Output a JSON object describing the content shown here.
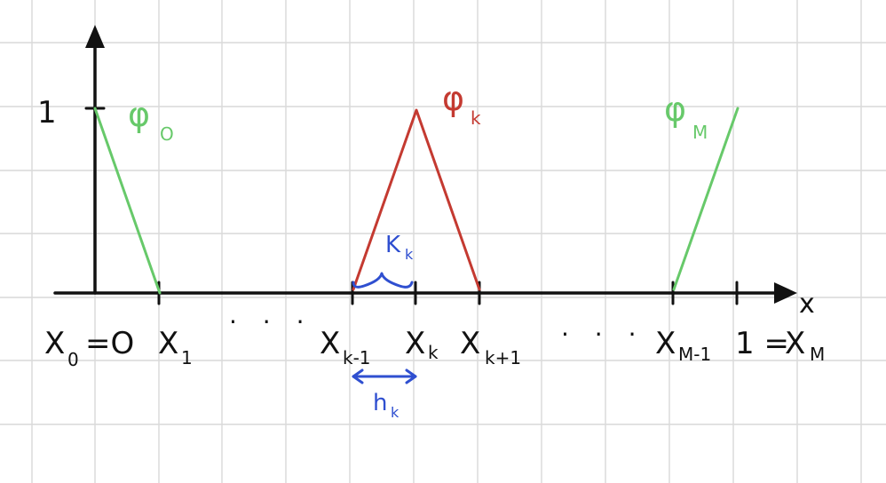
{
  "colors": {
    "grid": "#d9d9d9",
    "axes": "#111111",
    "boundary_basis": "#67c96a",
    "interior_basis": "#c43a31",
    "annotation": "#2f4fd0"
  },
  "labels": {
    "y_tick_one": "1",
    "x_axis": "x",
    "x0_main": "X",
    "x0_sub": "0",
    "x0_value": "=O",
    "x1_main": "X",
    "x1_sub": "1",
    "dots_left": "· · ·",
    "xkm1_main": "X",
    "xkm1_sub": "k-1",
    "xk_main": "X",
    "xk_sub": "k",
    "xkp1_main": "X",
    "xkp1_sub": "k+1",
    "dots_right": "· · ·",
    "xMm1_main": "X",
    "xMm1_sub": "M-1",
    "xM_prefix": "1 = ",
    "xM_main": "X",
    "xM_sub": "M",
    "phi0_main": "φ",
    "phi0_sub": "O",
    "phik_main": "φ",
    "phik_sub": "k",
    "phiM_main": "φ",
    "phiM_sub": "M",
    "Kk_main": "K",
    "Kk_sub": "k",
    "hk_main": "h",
    "hk_sub": "k"
  }
}
